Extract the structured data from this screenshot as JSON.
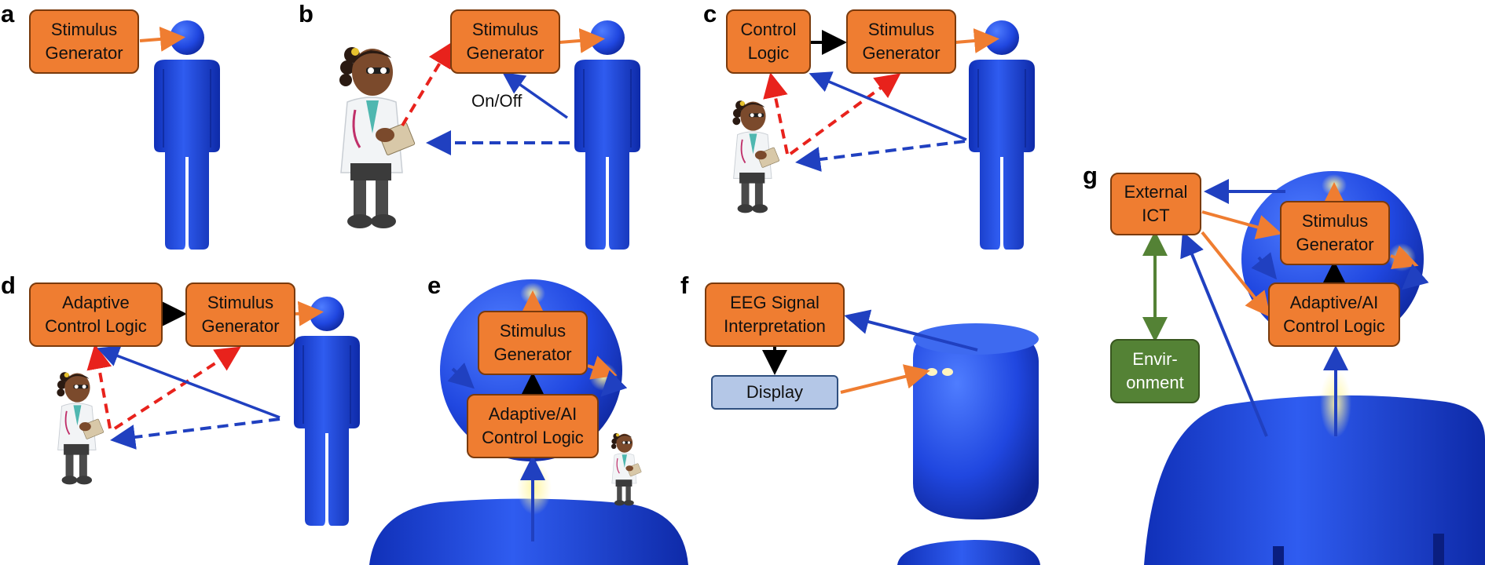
{
  "colors": {
    "orange_box": "#ef7d31",
    "blue_body": "#1f3fd6",
    "red_dashed": "#e8221c",
    "blue_arrow": "#2040c0",
    "green_env": "#548235",
    "display_box": "#b4c7e7",
    "clinician_coat": "#f2f4f6"
  },
  "panels": {
    "a": {
      "letter": "a",
      "stimulus": "Stimulus\nGenerator"
    },
    "b": {
      "letter": "b",
      "stimulus": "Stimulus\nGenerator",
      "onoff": "On/Off"
    },
    "c": {
      "letter": "c",
      "control": "Control\nLogic",
      "stimulus": "Stimulus\nGenerator"
    },
    "d": {
      "letter": "d",
      "control": "Adaptive\nControl Logic",
      "stimulus": "Stimulus\nGenerator"
    },
    "e": {
      "letter": "e",
      "stimulus": "Stimulus\nGenerator",
      "control": "Adaptive/AI\nControl Logic"
    },
    "f": {
      "letter": "f",
      "eeg": "EEG Signal\nInterpretation",
      "display": "Display"
    },
    "g": {
      "letter": "g",
      "external": "External\nICT",
      "stimulus": "Stimulus\nGenerator",
      "control": "Adaptive/AI\nControl Logic",
      "environment": "Envir-\nonment"
    }
  },
  "icons": [
    "human-figure-icon",
    "clinician-figure-icon",
    "head-closeup-icon"
  ]
}
